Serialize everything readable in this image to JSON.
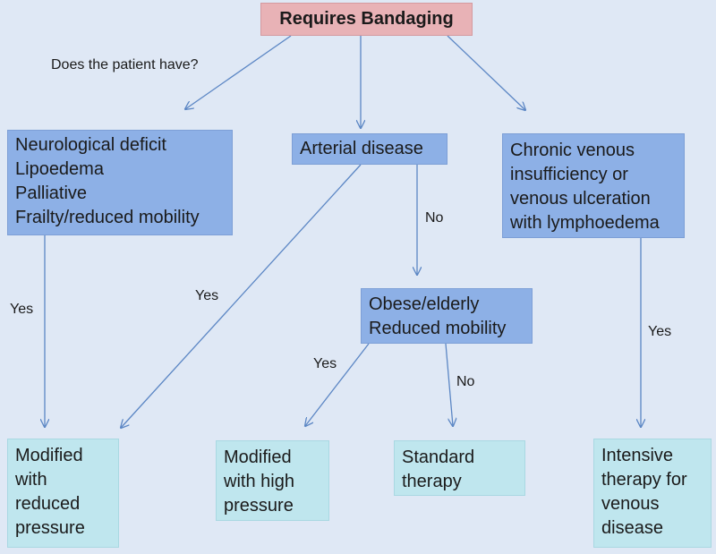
{
  "root": {
    "label": "Requires Bandaging"
  },
  "question": "Does the patient have?",
  "conditions": {
    "neuro": [
      "Neurological deficit",
      "Lipoedema",
      "Palliative",
      "Frailty/reduced mobility"
    ],
    "arterial": [
      "Arterial disease"
    ],
    "chronic": [
      "Chronic venous",
      "insufficiency or",
      "venous ulceration",
      "with lymphoedema"
    ],
    "obese": [
      "Obese/elderly",
      "Reduced mobility"
    ]
  },
  "outcomes": {
    "mod_reduced": [
      "Modified",
      "with",
      "reduced",
      "pressure"
    ],
    "mod_high": [
      "Modified",
      "with high",
      "pressure"
    ],
    "standard": [
      "Standard",
      "therapy"
    ],
    "intensive": [
      "Intensive",
      "therapy for",
      "venous",
      "disease"
    ]
  },
  "edge_labels": {
    "yes_neuro": "Yes",
    "yes_arterial": "Yes",
    "no_arterial": "No",
    "yes_obese": "Yes",
    "no_obese": "No",
    "yes_chronic": "Yes"
  },
  "colors": {
    "root_fill": "#e8b2b6",
    "condition_fill": "#8db0e6",
    "outcome_fill": "#bfe6ee",
    "arrow": "#5b86c4",
    "background": "#dfe8f5"
  }
}
